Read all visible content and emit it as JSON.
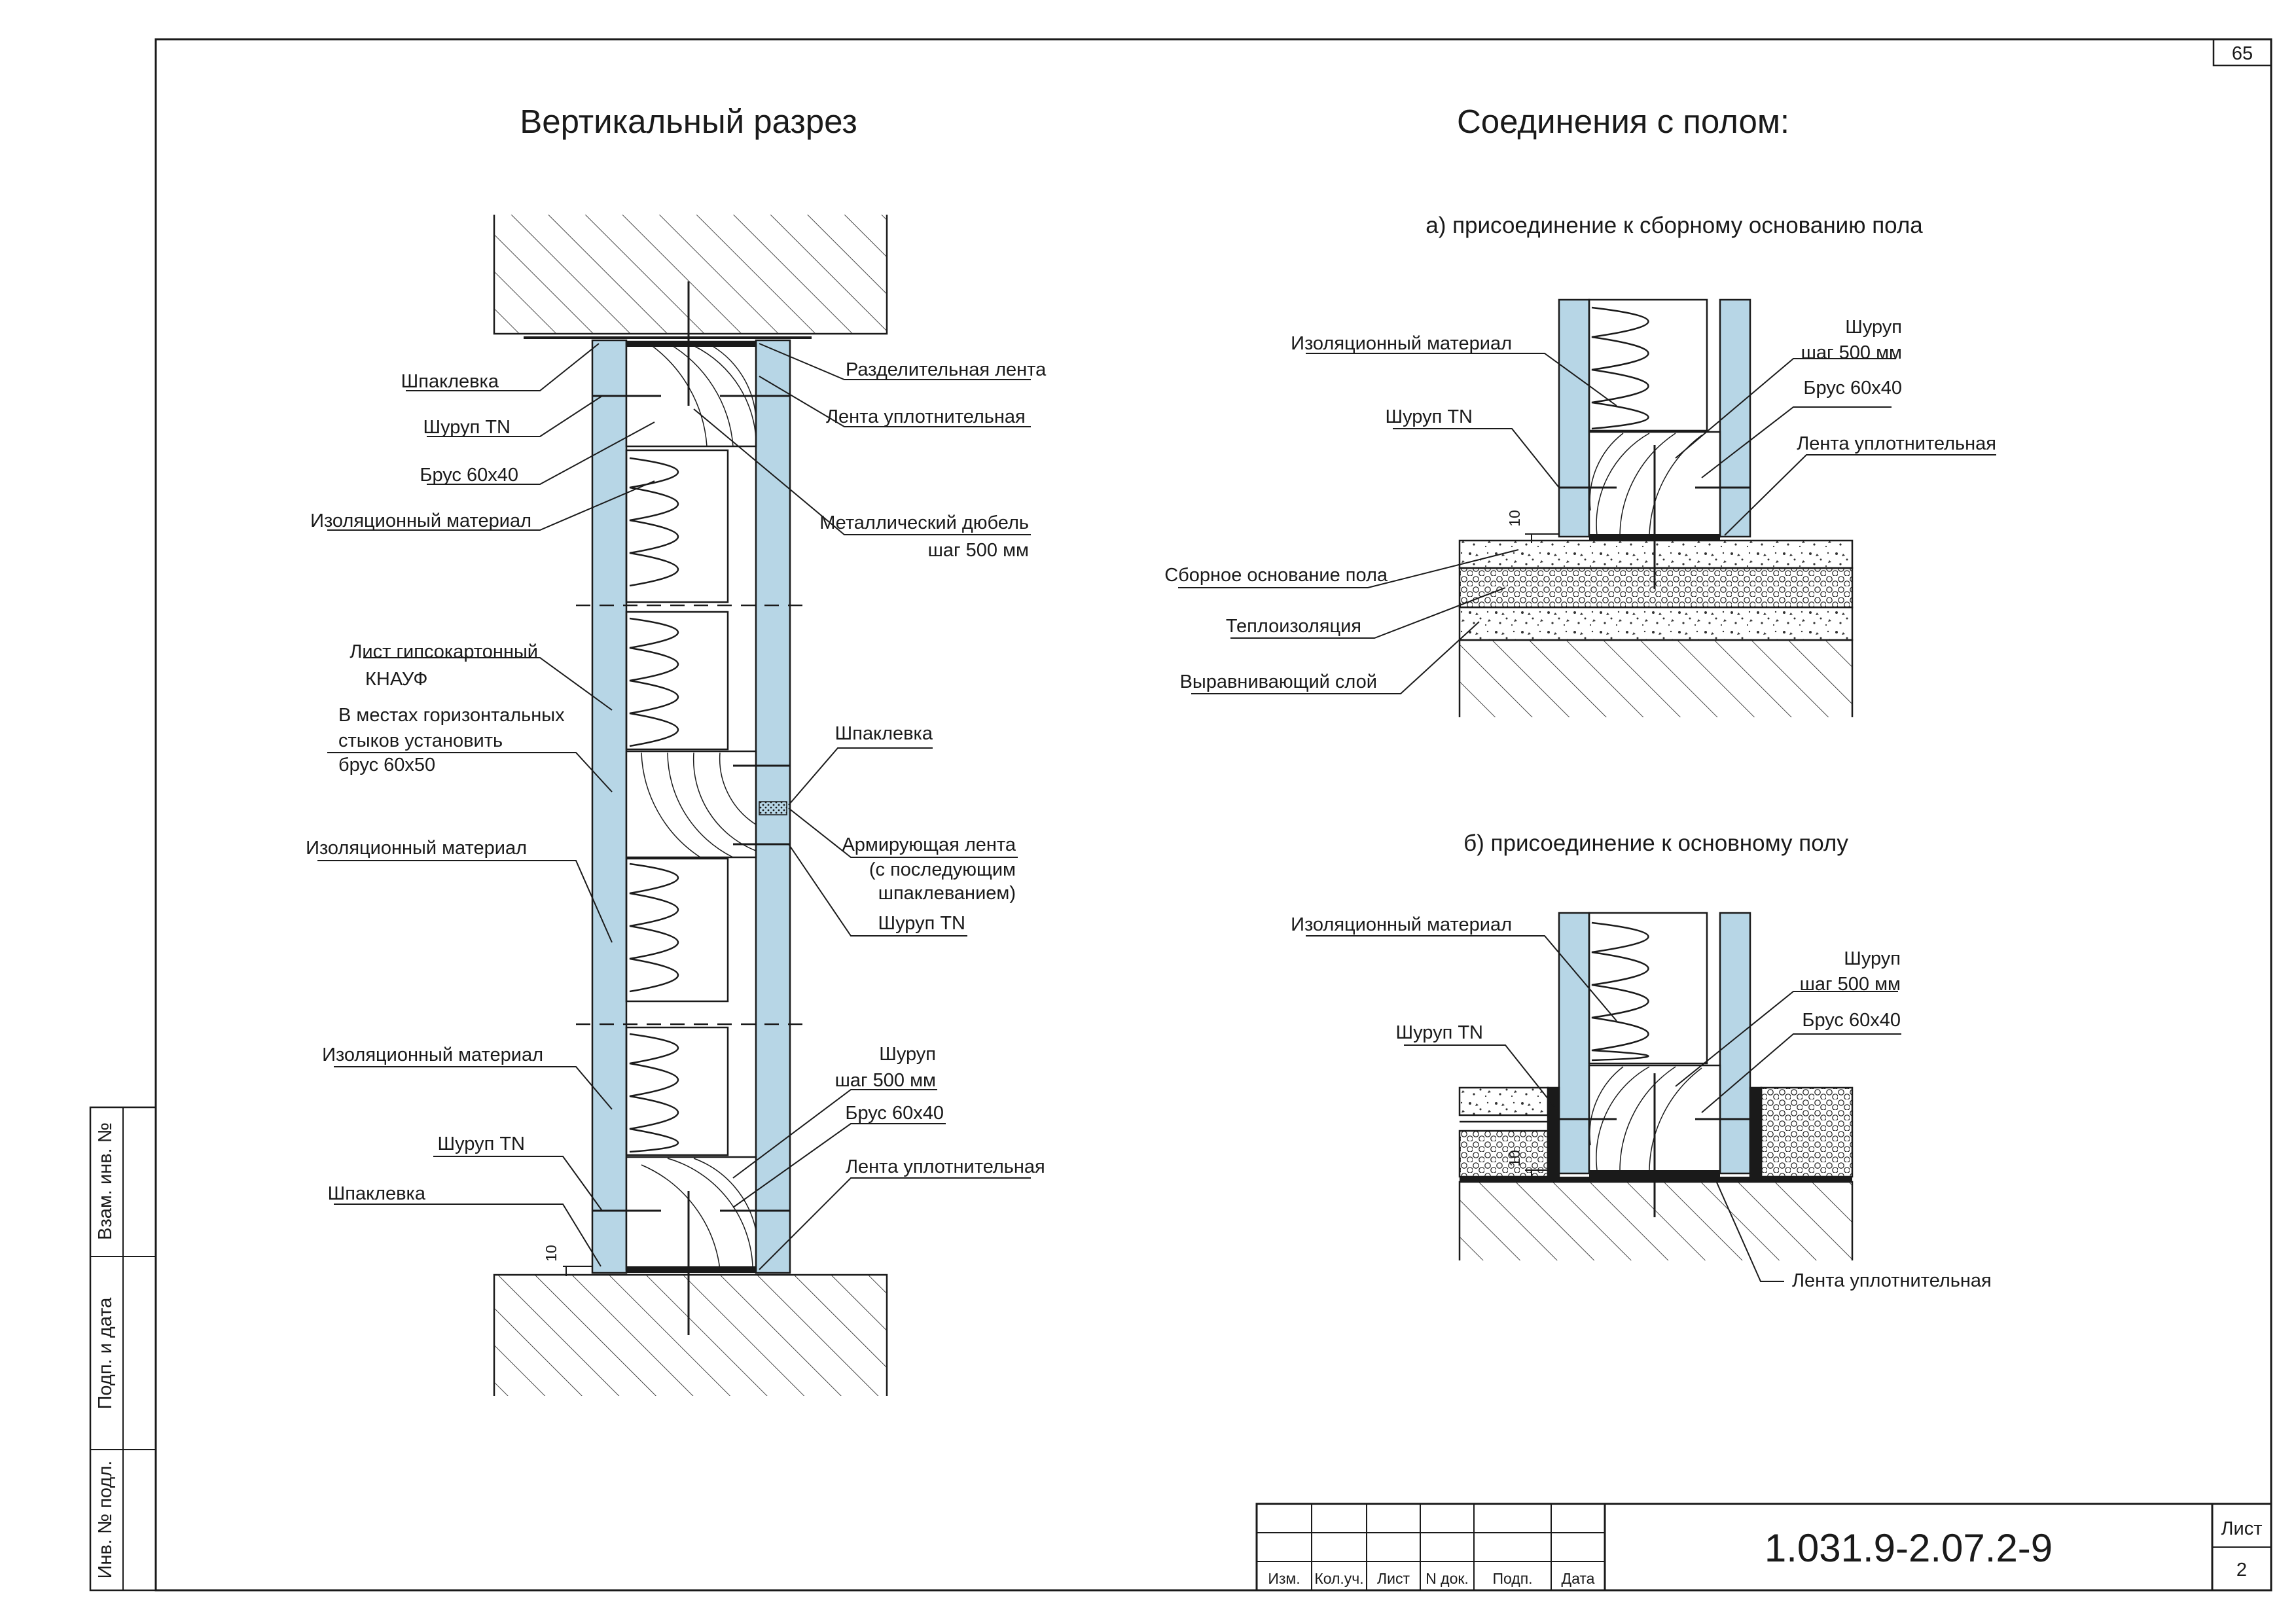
{
  "sheet_number": "65",
  "titles": {
    "vertical_section": "Вертикальный разрез",
    "floor_connections": "Соединения с полом:",
    "variant_a": "а) присоединение к сборному основанию пола",
    "variant_b": "б) присоединение к основному полу"
  },
  "left_labels": {
    "putty_top": "Шпаклевка",
    "screw_tn_top": "Шуруп TN",
    "beam_top": "Брус 60х40",
    "insulation_top": "Изоляционный материал",
    "separating_tape": "Разделительная лента",
    "sealing_tape_top": "Лента уплотнительная",
    "metal_dowel_1": "Металлический дюбель",
    "metal_dowel_2": "шаг 500 мм",
    "gypsum_sheet_1": "Лист гипсокартонный",
    "gypsum_sheet_2": "КНАУФ",
    "joint_note_1": "В местах горизонтальных",
    "joint_note_2": "стыков установить",
    "joint_note_3": "брус 60х50",
    "putty_mid": "Шпаклевка",
    "insulation_mid": "Изоляционный материал",
    "reinforcing_tape_1": "Армирующая лента",
    "reinforcing_tape_2": "(с последующим",
    "reinforcing_tape_3": "шпаклеванием)",
    "screw_tn_mid": "Шуруп TN",
    "insulation_bot": "Изоляционный материал",
    "screw_bot_1": "Шуруп",
    "screw_bot_2": "шаг 500 мм",
    "beam_bot": "Брус 60х40",
    "screw_tn_bot": "Шуруп TN",
    "sealing_tape_bot": "Лента уплотнительная",
    "putty_bot": "Шпаклевка",
    "dim_10": "10"
  },
  "a_labels": {
    "insulation": "Изоляционный материал",
    "screw_1": "Шуруп",
    "screw_2": "шаг 500 мм",
    "screw_tn": "Шуруп TN",
    "beam": "Брус 60х40",
    "sealing_tape": "Лента уплотнительная",
    "dim_10": "10",
    "prefab_base": "Сборное основание пола",
    "thermal_insulation": "Теплоизоляция",
    "leveling_layer": "Выравнивающий слой"
  },
  "b_labels": {
    "insulation": "Изоляционный материал",
    "screw_1": "Шуруп",
    "screw_2": "шаг 500 мм",
    "screw_tn": "Шуруп TN",
    "beam": "Брус 60х40",
    "dim_10": "10",
    "sealing_tape": "Лента уплотнительная"
  },
  "side_stamp": {
    "inv_swap": "Взам. инв. №",
    "sign_date": "Подп. и дата",
    "inv_orig": "Инв. № подл."
  },
  "title_block": {
    "columns": [
      "Изм.",
      "Кол.уч.",
      "Лист",
      "N док.",
      "Подп.",
      "Дата"
    ],
    "document_code": "1.031.9-2.07.2-9",
    "sheet_label": "Лист",
    "sheet_value": "2"
  },
  "colors": {
    "line": "#1a1a1a",
    "drywall": "#b7d6e6",
    "paper": "#ffffff"
  }
}
